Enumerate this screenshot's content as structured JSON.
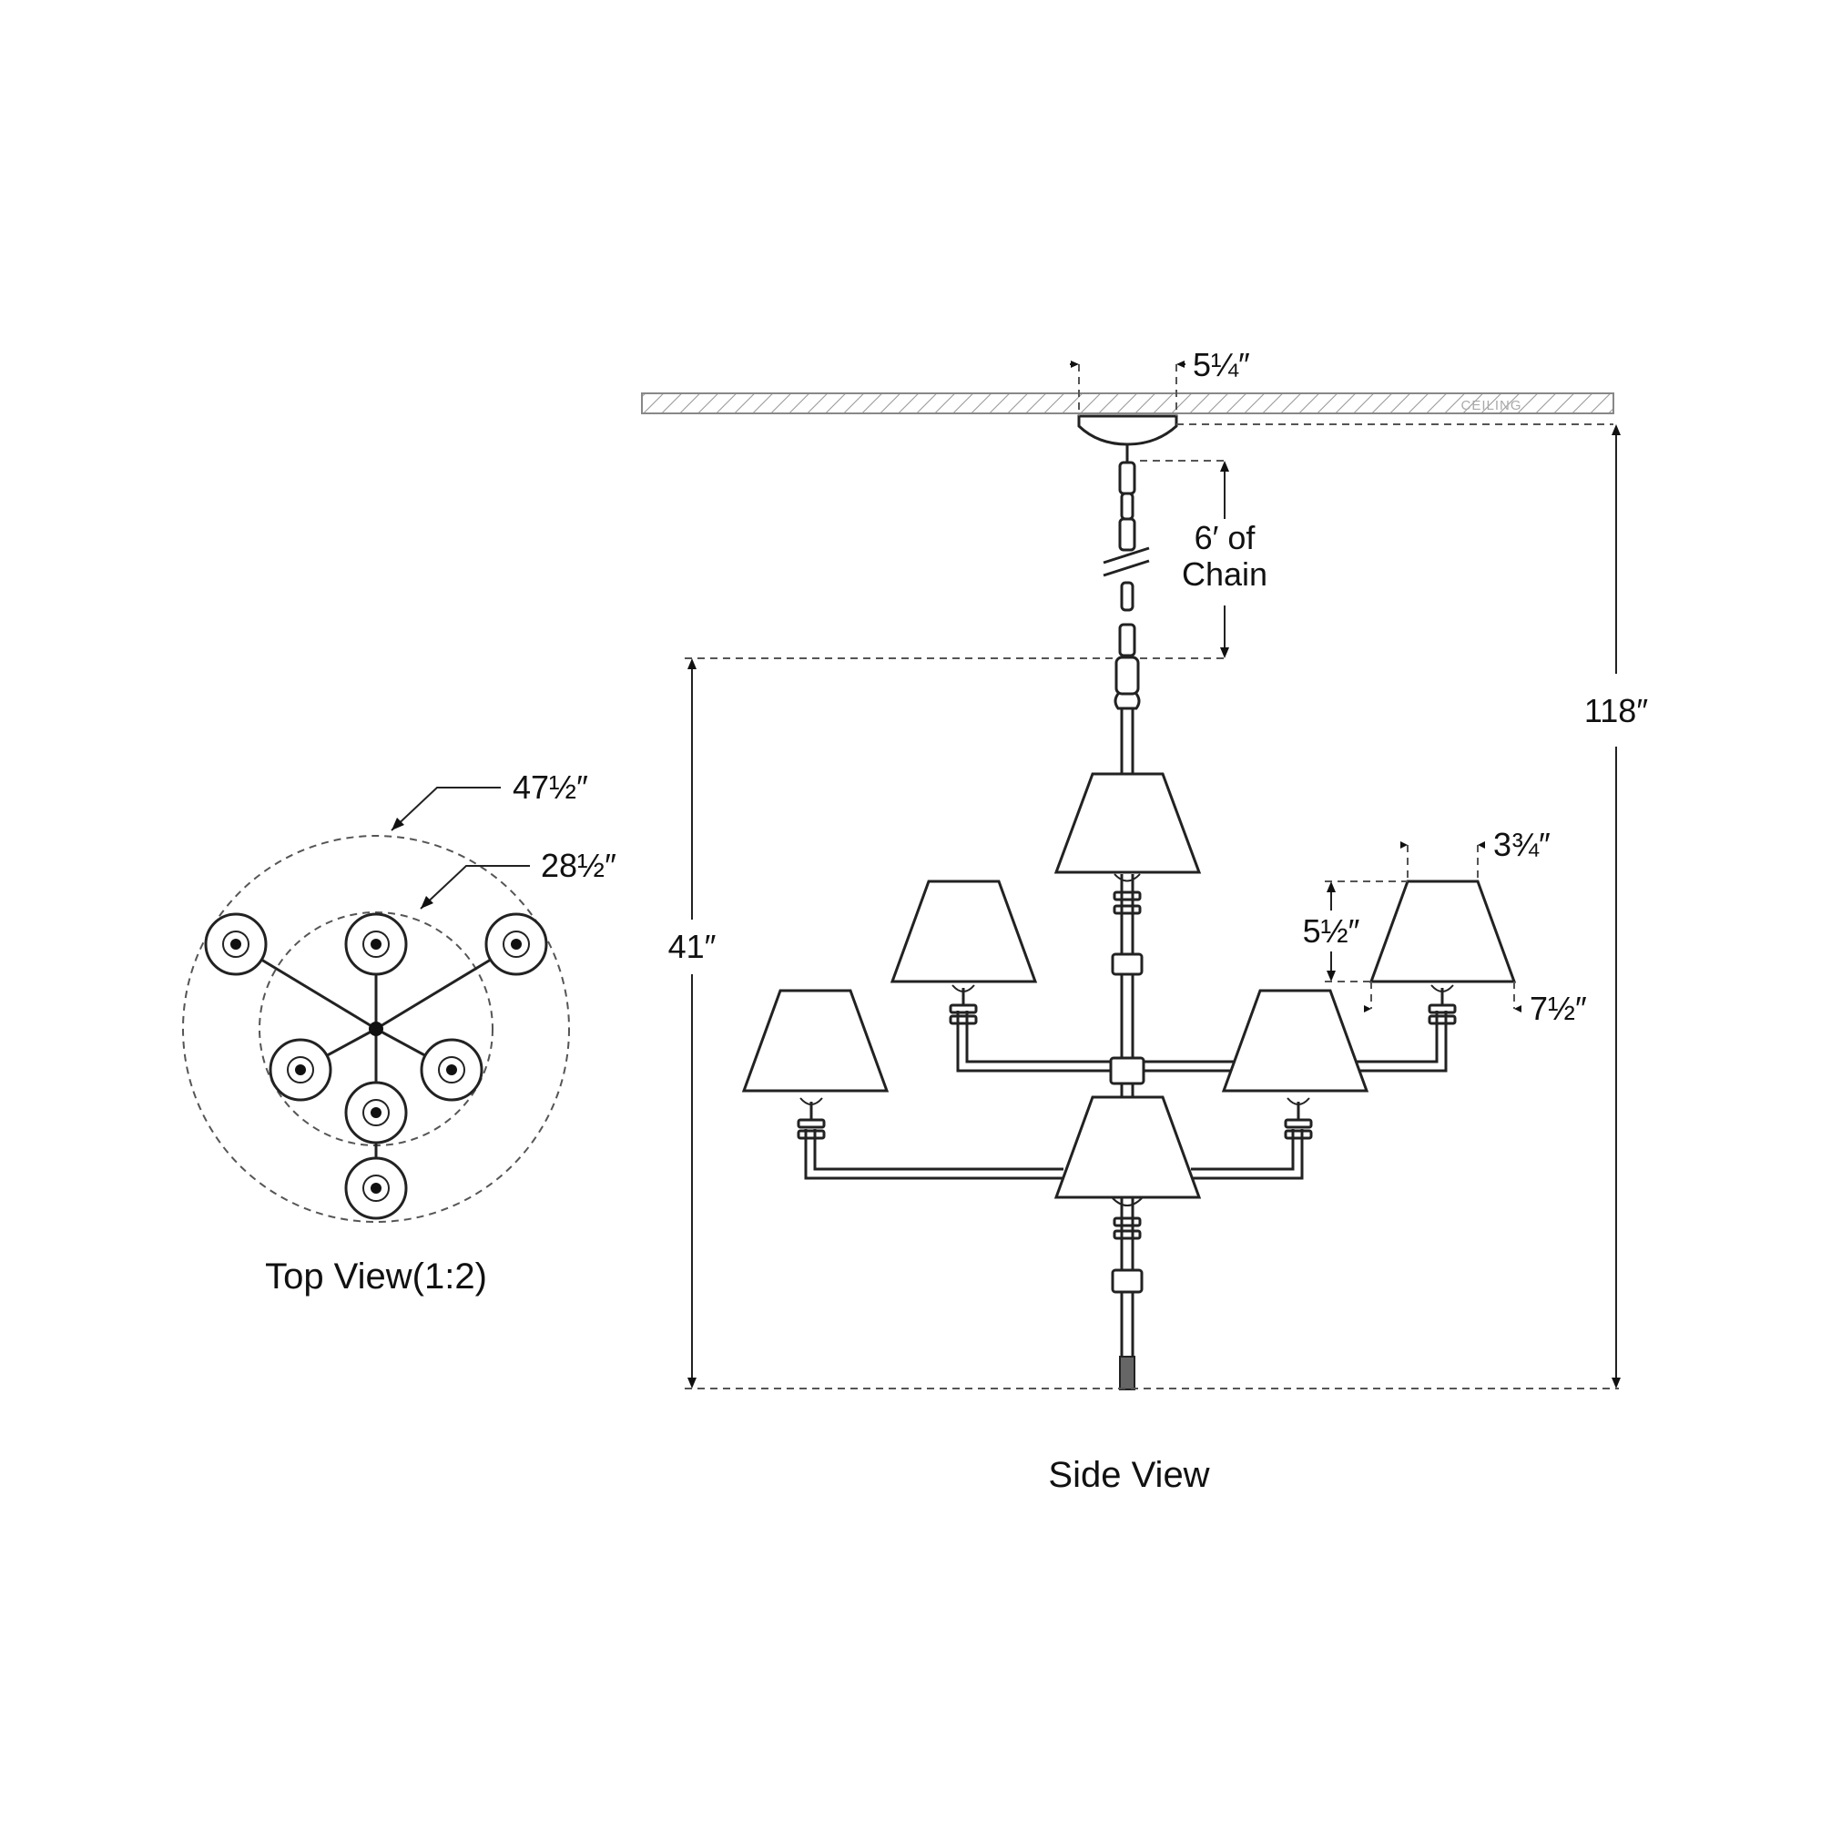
{
  "labels": {
    "ceiling": "CEILING",
    "canopy_width": "5¼″",
    "chain_line1": "6′ of",
    "chain_line2": "Chain",
    "overall_height": "118″",
    "fixture_height": "41″",
    "shade_top": "3¾″",
    "shade_height": "5½″",
    "shade_bottom": "7½″",
    "outer_diameter": "47½″",
    "inner_diameter": "28½″",
    "top_view_caption": "Top View(1:2)",
    "side_view_caption": "Side View"
  }
}
